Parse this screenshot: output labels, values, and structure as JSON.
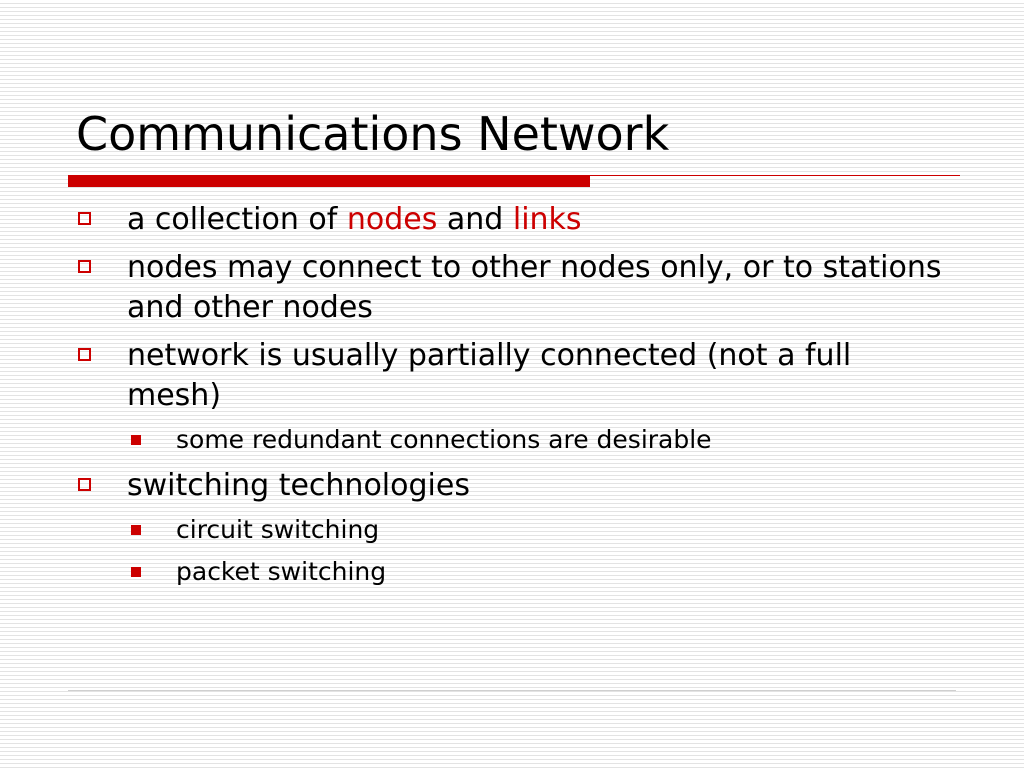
{
  "slide": {
    "title": "Communications Network",
    "accent_color": "#cc0000",
    "bullets": [
      {
        "marker_icon": "hollow-square-icon",
        "before": "a collection of ",
        "highlight1": "nodes",
        "middle": " and ",
        "highlight2": "links"
      },
      {
        "marker_icon": "hollow-square-icon",
        "text": "nodes may connect to other nodes only, or to stations and other nodes"
      },
      {
        "marker_icon": "hollow-square-icon",
        "text": "network is usually partially connected (not a full mesh)",
        "sub": [
          {
            "marker_icon": "filled-square-icon",
            "text": "some redundant connections are desirable"
          }
        ]
      },
      {
        "marker_icon": "hollow-square-icon",
        "text": "switching technologies",
        "sub": [
          {
            "marker_icon": "filled-square-icon",
            "text": "circuit switching"
          },
          {
            "marker_icon": "filled-square-icon",
            "text": "packet switching"
          }
        ]
      }
    ]
  }
}
